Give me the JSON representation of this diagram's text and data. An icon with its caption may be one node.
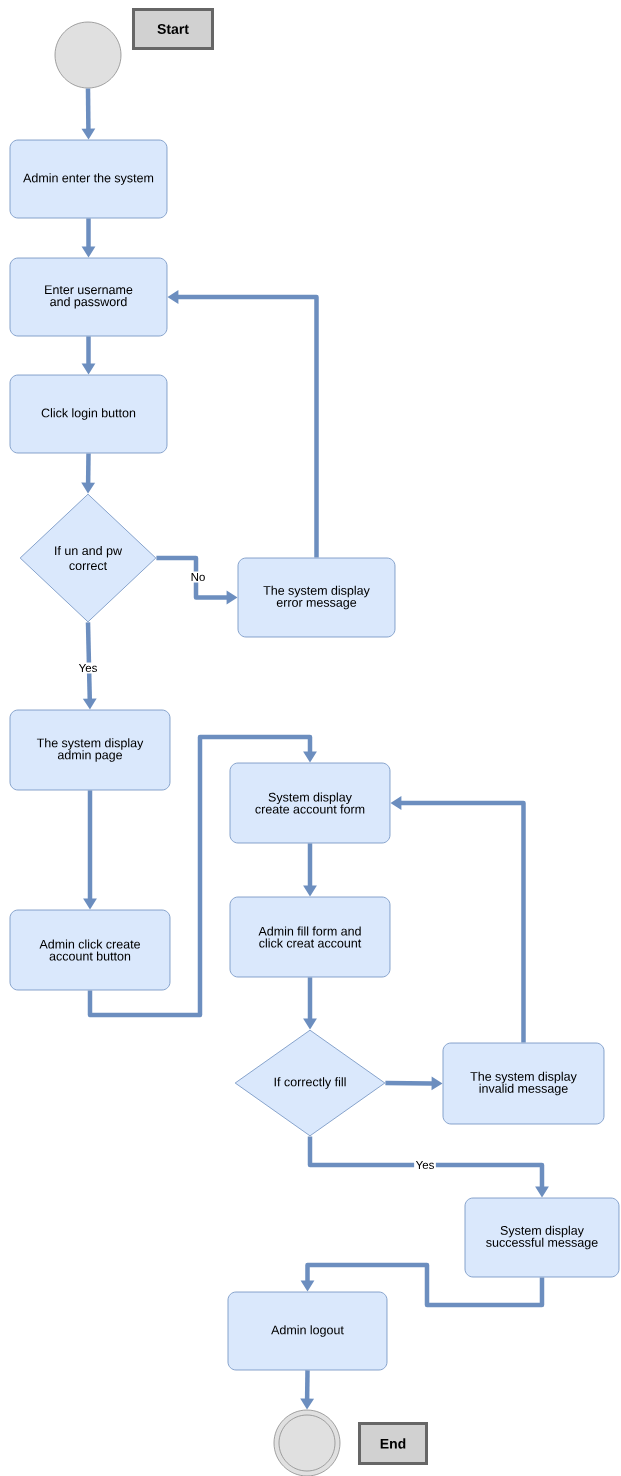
{
  "diagram": {
    "nodes": [
      {
        "text": [],
        "shape": "circle"
      },
      {
        "text": [
          "Start"
        ]
      },
      {
        "text": [
          "Admin enter the system"
        ]
      },
      {
        "text": [
          "Enter username and password"
        ]
      },
      {
        "text": [
          "Click login button"
        ]
      },
      {
        "text": [
          "If un and pw correct"
        ]
      },
      {
        "text": [
          "The system display error message"
        ]
      },
      {
        "text": [
          "The system display admin page"
        ]
      },
      {
        "text": [
          "Admin click create account button"
        ]
      },
      {
        "text": [
          "System display create account form"
        ]
      },
      {
        "text": [
          "Admin fill form and click creat account"
        ]
      },
      {
        "text": [
          "If correctly fill"
        ]
      },
      {
        "text": [
          "The system display invalid message"
        ]
      },
      {
        "text": [
          "System display successful message"
        ]
      },
      {
        "text": [
          "Admin logout"
        ]
      },
      {
        "text": [],
        "shape": "circle"
      },
      {
        "text": [
          "End"
        ]
      }
    ],
    "edges": [
      {
        "from": 0,
        "to": 2,
        "arrow": "to"
      },
      {
        "from": 2,
        "to": 3,
        "arrow": "to"
      },
      {
        "from": 3,
        "to": 4,
        "arrow": "to"
      },
      {
        "from": 4,
        "to": 5,
        "arrow": "to"
      },
      {
        "from": 5,
        "to": 6,
        "arrow": "to",
        "label": "No"
      },
      {
        "from": 6,
        "to": 3,
        "arrow": "to"
      },
      {
        "from": 5,
        "to": 7,
        "arrow": "to",
        "label": "Yes"
      },
      {
        "from": 7,
        "to": 8,
        "arrow": "to"
      },
      {
        "from": 8,
        "to": 9,
        "arrow": "to"
      },
      {
        "from": 9,
        "to": 10,
        "arrow": "to"
      },
      {
        "from": 10,
        "to": 11,
        "arrow": "to"
      },
      {
        "from": 11,
        "to": 12,
        "arrow": "to"
      },
      {
        "from": 12,
        "to": 9,
        "arrow": "to"
      },
      {
        "from": 11,
        "to": 13,
        "arrow": "to",
        "label": "Yes"
      },
      {
        "from": 13,
        "to": 14,
        "arrow": "to"
      },
      {
        "from": 14,
        "to": 15,
        "arrow": "to"
      }
    ]
  }
}
